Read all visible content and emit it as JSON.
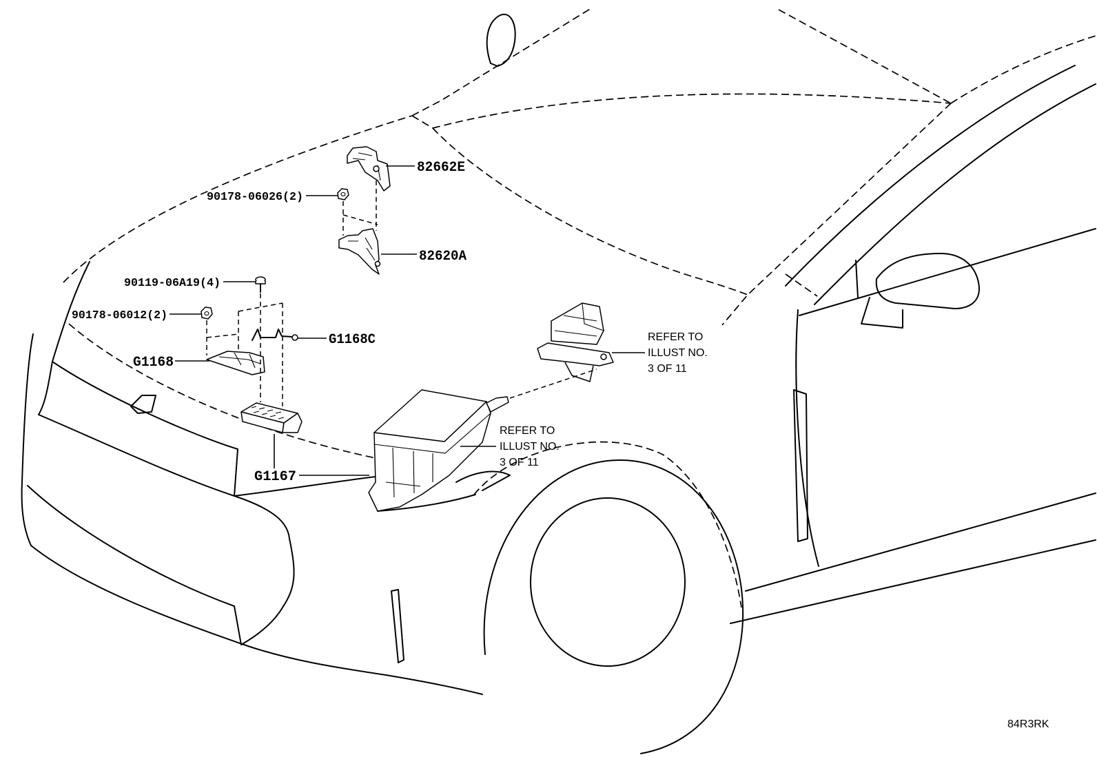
{
  "labels": {
    "part_82662E": "82662E",
    "nut_upper": "90178-06026(2)",
    "part_82620A": "82620A",
    "bolt": "90119-06A19(4)",
    "nut_lower": "90178-06012(2)",
    "part_G1168C": "G1168C",
    "part_G1168": "G1168",
    "part_G1167": "G1167"
  },
  "references": [
    {
      "lines": [
        "REFER TO",
        "ILLUST NO.",
        "3 OF 11"
      ]
    },
    {
      "lines": [
        "REFER TO",
        "ILLUST NO.",
        "3 OF 11"
      ]
    }
  ],
  "illustration_code": "84R3RK"
}
